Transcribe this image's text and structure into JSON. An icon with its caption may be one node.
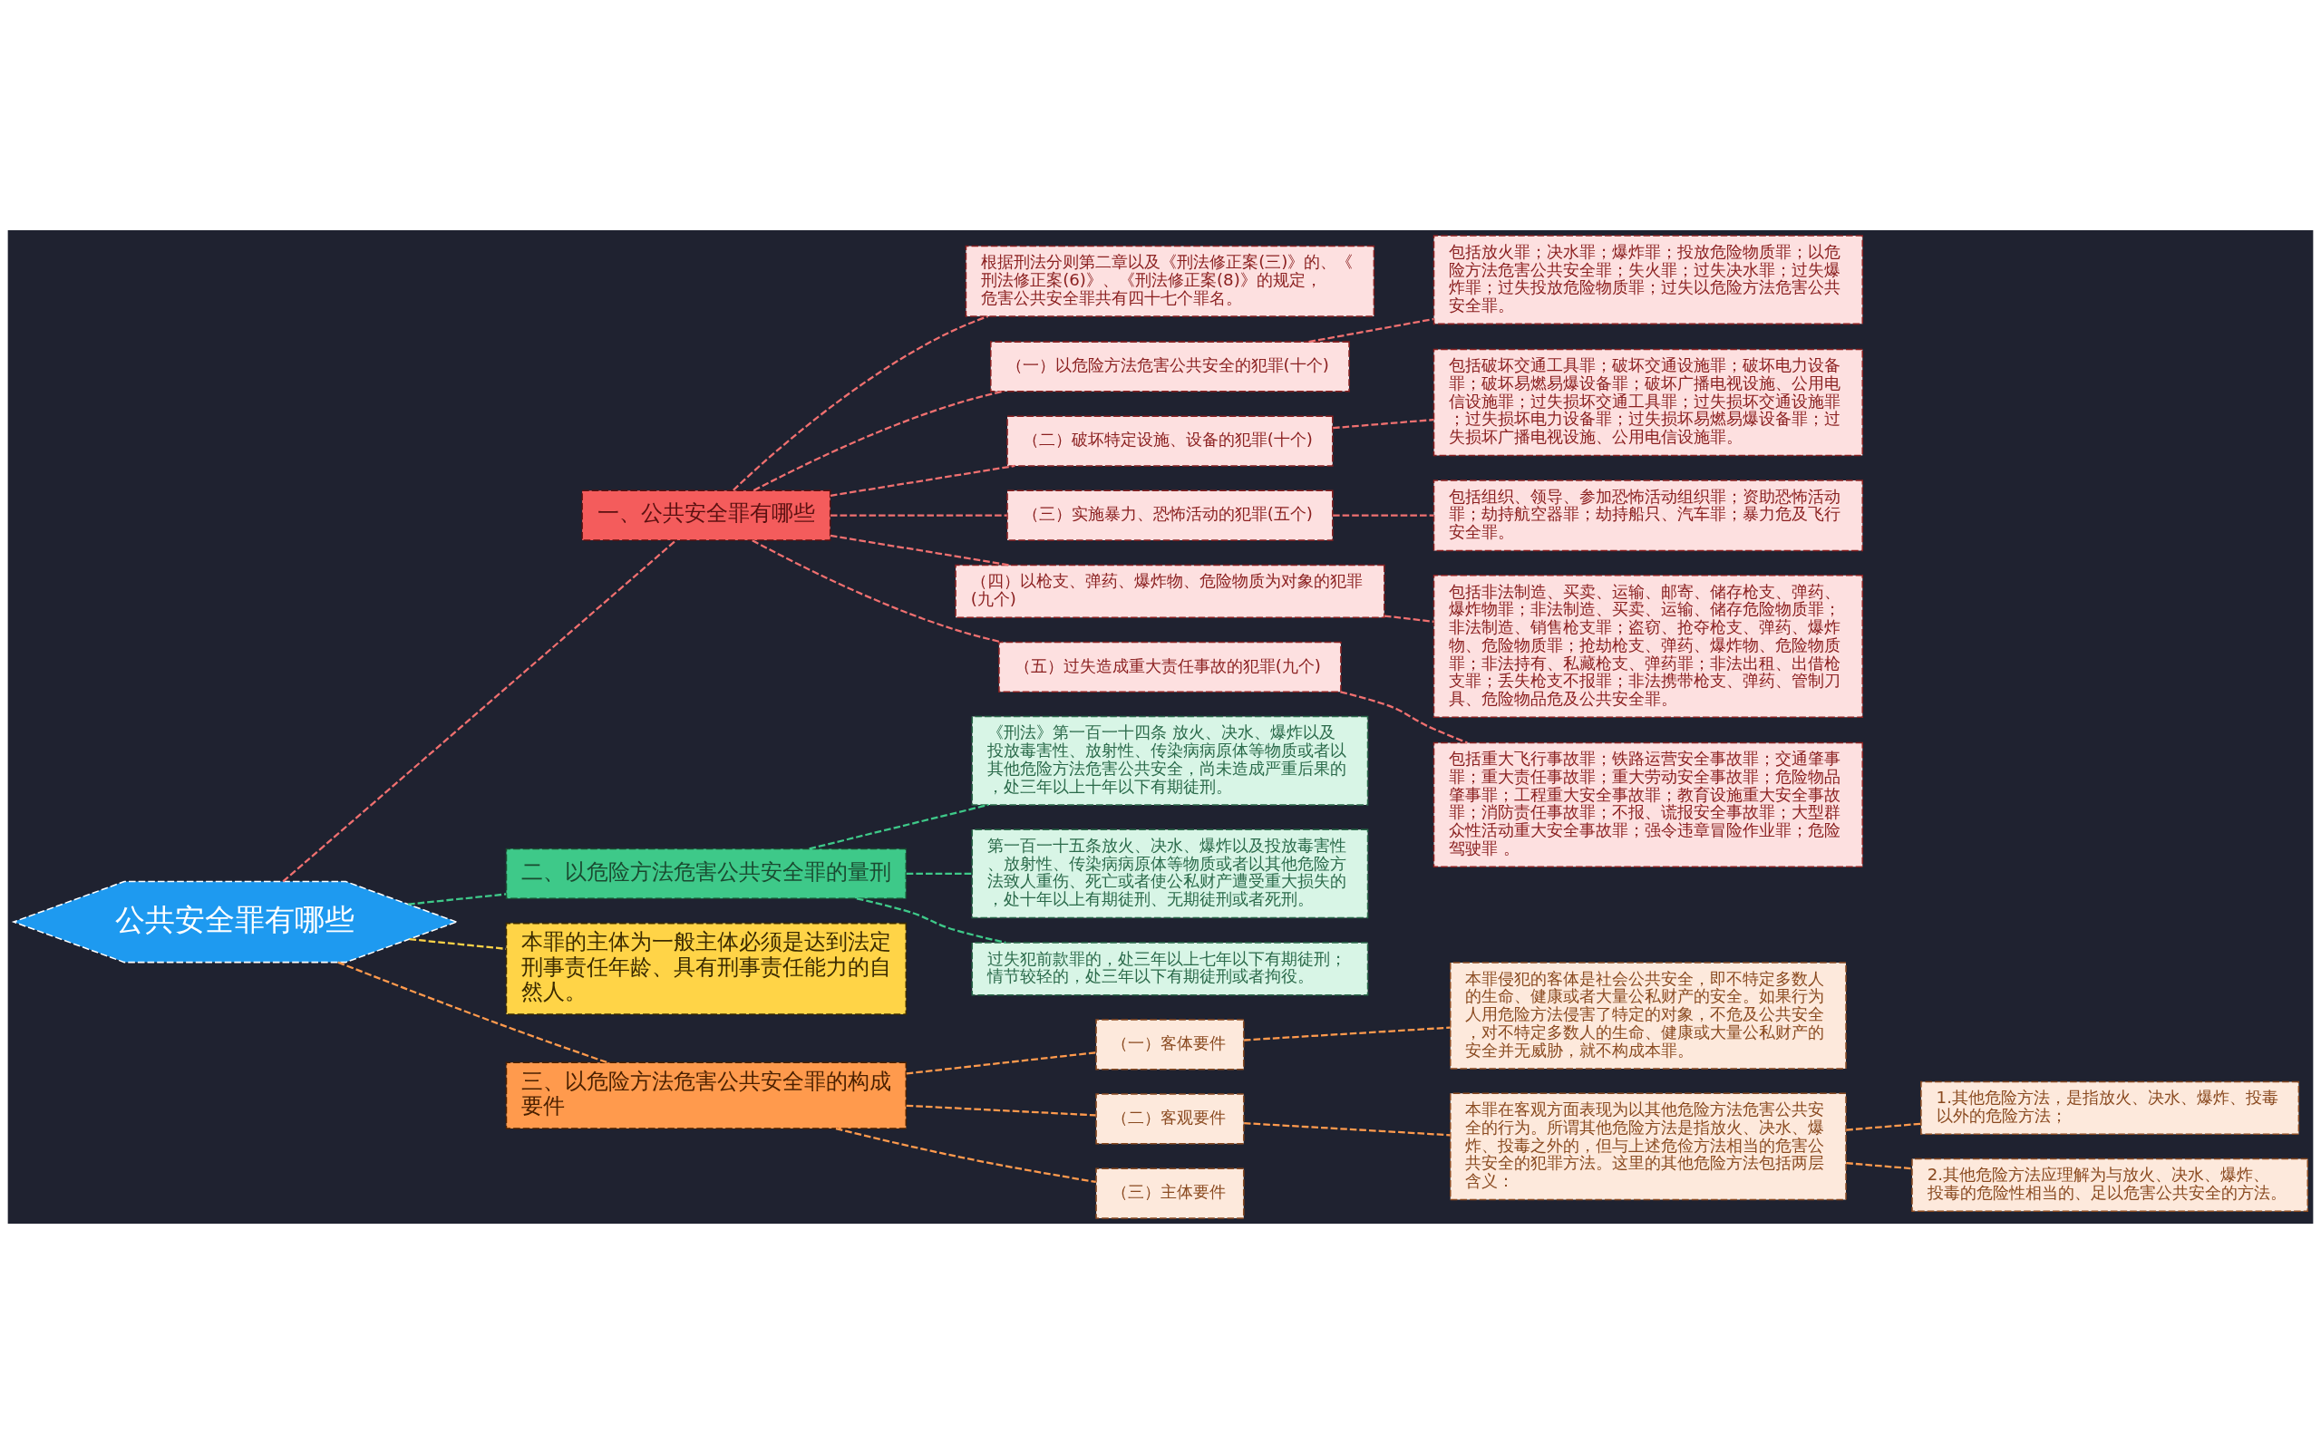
{
  "diagram": {
    "nodes": [
      {
        "text": [
          "公共安全罪有哪些"
        ]
      },
      {
        "text": [
          "一、公共安全罪有哪些"
        ]
      },
      {
        "text": [
          "根据刑法分则第二章以及《刑法修正案(三)》的、《刑法修正案(6)》、《刑法修正案(8)》的规定，危害公共安全罪共有四十七个罪名。"
        ]
      },
      {
        "text": [
          "（一）以危险方法危害公共安全的犯罪(十个)"
        ]
      },
      {
        "text": [
          "包括放火罪；决水罪；爆炸罪；投放危险物质罪；以危险方法危害公共安全罪；失火罪；过失决水罪；过失爆炸罪；过失投放危险物质罪；过失以危险方法危害公共安全罪。"
        ]
      },
      {
        "text": [
          "（二）破坏特定设施、设备的犯罪(十个)"
        ]
      },
      {
        "text": [
          "包括破坏交通工具罪；破坏交通设施罪；破坏电力设备罪；破坏易燃易爆设备罪；破坏广播电视设施、公用电信设施罪；过失损坏交通工具罪；过失损坏交通设施罪；过失损坏电力设备罪；过失损坏易燃易爆设备罪；过失损坏广播电视设施、公用电信设施罪。"
        ]
      },
      {
        "text": [
          "（三）实施暴力、恐怖活动的犯罪(五个)"
        ]
      },
      {
        "text": [
          "包括组织、领导、参加恐怖活动组织罪；资助恐怖活动罪；劫持航空器罪；劫持船只、汽车罪；暴力危及飞行安全罪。"
        ]
      },
      {
        "text": [
          "（四）以枪支、弹药、爆炸物、危险物质为对象的犯罪(九个)"
        ]
      },
      {
        "text": [
          "包括非法制造、买卖、运输、邮寄、储存枪支、弹药、爆炸物罪；非法制造、买卖、运输、储存危险物质罪；非法制造、销售枪支罪；盗窃、抢夺枪支、弹药、爆炸物、危险物质罪；抢劫枪支、弹药、爆炸物、危险物质罪；非法持有、私藏枪支、弹药罪；非法出租、出借枪支罪；丢失枪支不报罪；非法携带枪支、弹药、管制刀具、危险物品危及公共安全罪。"
        ]
      },
      {
        "text": [
          "（五）过失造成重大责任事故的犯罪(九个)"
        ]
      },
      {
        "text": [
          "包括重大飞行事故罪；铁路运营安全事故罪；交通肇事罪；重大责任事故罪；重大劳动安全事故罪；危险物品肇事罪；工程重大安全事故罪；教育设施重大安全事故罪；消防责任事故罪；不报、谎报安全事故罪；大型群众性活动重大安全事故罪；强令违章冒险作业罪；危险驾驶罪 。"
        ]
      },
      {
        "text": [
          "二、以危险方法危害公共安全罪的量刑"
        ]
      },
      {
        "text": [
          "《刑法》第一百一十四条 放火、决水、爆炸以及投放毒害性、放射性、传染病病原体等物质或者以其他危险方法危害公共安全，尚未造成严重后果的，处三年以上十年以下有期徒刑。"
        ]
      },
      {
        "text": [
          "第一百一十五条放火、决水、爆炸以及投放毒害性、放射性、传染病病原体等物质或者以其他危险方法致人重伤、死亡或者使公私财产遭受重大损失的，处十年以上有期徒刑、无期徒刑或者死刑。"
        ]
      },
      {
        "text": [
          "过失犯前款罪的，处三年以上七年以下有期徒刑；情节较轻的，处三年以下有期徒刑或者拘役。"
        ]
      },
      {
        "text": [
          "本罪的主体为一般主体必须是达到法定刑事责任年龄、具有刑事责任能力的自然人。"
        ]
      },
      {
        "text": [
          "三、以危险方法危害公共安全罪的构成要件"
        ]
      },
      {
        "text": [
          "（一）客体要件"
        ]
      },
      {
        "text": [
          "本罪侵犯的客体是社会公共安全，即不特定多数人的生命、健康或者大量公私财产的安全。如果行为人用危险方法侵害了特定的对象，不危及公共安全，对不特定多数人的生命、健康或大量公私财产的安全并无威胁，就不构成本罪。"
        ]
      },
      {
        "text": [
          "（二）客观要件"
        ]
      },
      {
        "text": [
          "本罪在客观方面表现为以其他危险方法危害公共安全的行为。所谓其他危险方法是指放火、决水、爆炸、投毒之外的，但与上述危俭方法相当的危害公共安全的犯罪方法。这里的其他危险方法包括两层含义："
        ]
      },
      {
        "text": [
          "1.其他危险方法，是指放火、决水、爆炸、投毒以外的危险方法；"
        ]
      },
      {
        "text": [
          "2.其他危险方法应理解为与放火、决水、爆炸、投毒的危险性相当的、足以危害公共安全的方法。"
        ]
      },
      {
        "text": [
          "（三）主体要件"
        ]
      }
    ],
    "edges": [
      {
        "from": 0,
        "to": 1,
        "arrow": "none",
        "style": "dashed"
      },
      {
        "from": 1,
        "to": 2,
        "arrow": "none",
        "style": "dashed"
      },
      {
        "from": 1,
        "to": 3,
        "arrow": "none",
        "style": "dashed"
      },
      {
        "from": 3,
        "to": 4,
        "arrow": "none",
        "style": "dashed"
      },
      {
        "from": 1,
        "to": 5,
        "arrow": "none",
        "style": "dashed"
      },
      {
        "from": 5,
        "to": 6,
        "arrow": "none",
        "style": "dashed"
      },
      {
        "from": 1,
        "to": 7,
        "arrow": "none",
        "style": "dashed"
      },
      {
        "from": 7,
        "to": 8,
        "arrow": "none",
        "style": "dashed"
      },
      {
        "from": 1,
        "to": 9,
        "arrow": "none",
        "style": "dashed"
      },
      {
        "from": 9,
        "to": 10,
        "arrow": "none",
        "style": "dashed"
      },
      {
        "from": 1,
        "to": 11,
        "arrow": "none",
        "style": "dashed"
      },
      {
        "from": 11,
        "to": 12,
        "arrow": "none",
        "style": "dashed"
      },
      {
        "from": 0,
        "to": 13,
        "arrow": "none",
        "style": "dashed",
        "color": "#3ec989"
      },
      {
        "from": 13,
        "to": 14,
        "arrow": "none",
        "style": "dashed",
        "color": "#3ec989"
      },
      {
        "from": 13,
        "to": 15,
        "arrow": "none",
        "style": "dashed",
        "color": "#3ec989"
      },
      {
        "from": 13,
        "to": 16,
        "arrow": "none",
        "style": "dashed",
        "color": "#3ec989"
      },
      {
        "from": 0,
        "to": 17,
        "arrow": "none",
        "style": "dashed",
        "color": "#ffd447"
      },
      {
        "from": 0,
        "to": 18,
        "arrow": "none",
        "style": "dashed",
        "color": "#ff9a4d"
      },
      {
        "from": 18,
        "to": 19,
        "arrow": "none",
        "style": "dashed",
        "color": "#ff9a4d"
      },
      {
        "from": 19,
        "to": 20,
        "arrow": "none",
        "style": "dashed",
        "color": "#ff9a4d"
      },
      {
        "from": 18,
        "to": 21,
        "arrow": "none",
        "style": "dashed",
        "color": "#ff9a4d"
      },
      {
        "from": 21,
        "to": 22,
        "arrow": "none",
        "style": "dashed",
        "color": "#ff9a4d"
      },
      {
        "from": 22,
        "to": 23,
        "arrow": "none",
        "style": "dashed",
        "color": "#ff9a4d"
      },
      {
        "from": 22,
        "to": 24,
        "arrow": "none",
        "style": "dashed",
        "color": "#ff9a4d"
      },
      {
        "from": 18,
        "to": 25,
        "arrow": "none",
        "style": "dashed",
        "color": "#ff9a4d"
      }
    ]
  }
}
